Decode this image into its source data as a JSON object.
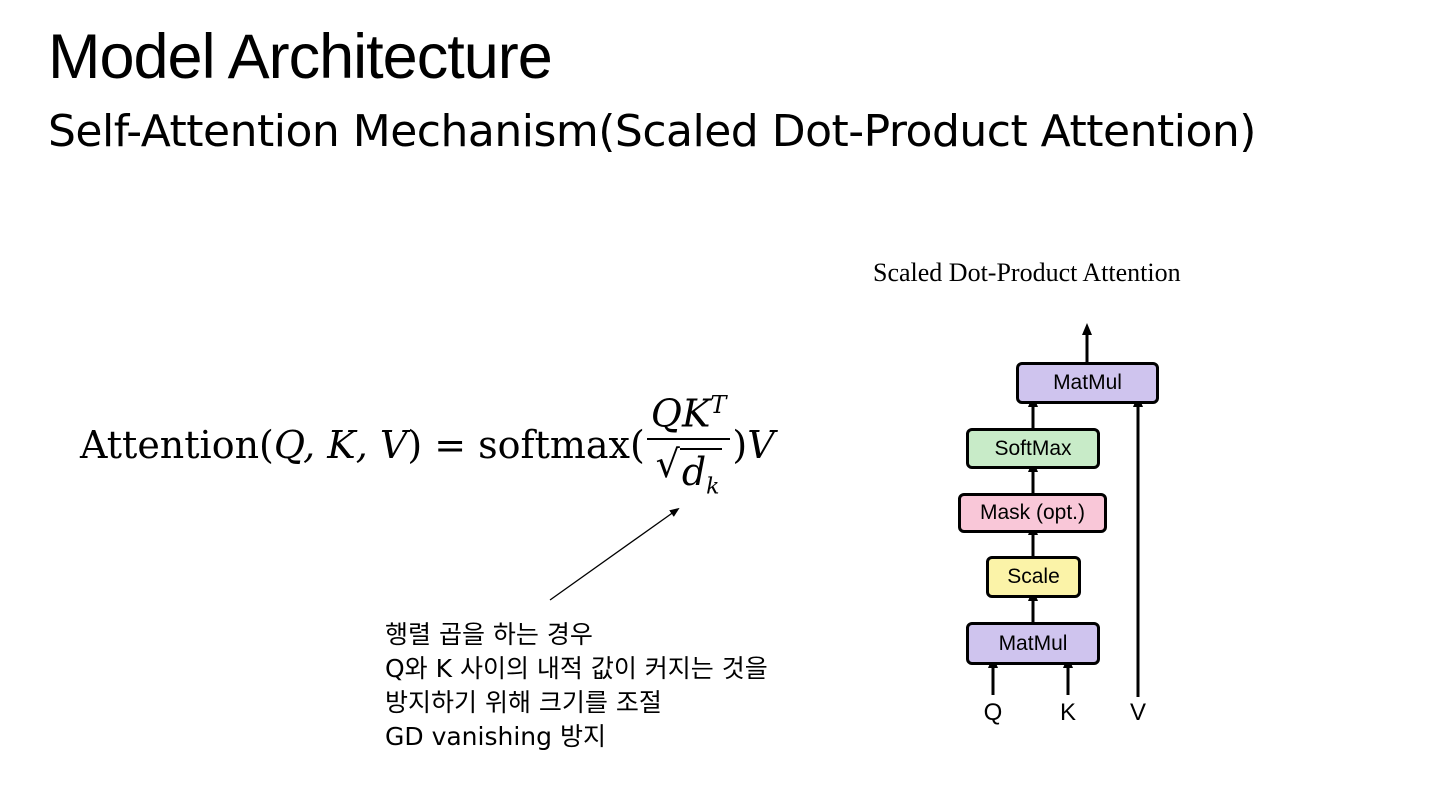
{
  "slide": {
    "title": "Model Architecture",
    "subtitle": "Self-Attention Mechanism(Scaled Dot-Product Attention)"
  },
  "formula": {
    "lhs": "Attention(",
    "args": "Q, K, V",
    "close": ")",
    "equals": " = softmax(",
    "numerator": "QK",
    "numerator_sup": "T",
    "radical": "√",
    "denominator": "d",
    "denominator_sub": "k",
    "rhs_close": ")",
    "rhs_var": "V"
  },
  "note": {
    "lines": [
      "행렬 곱을 하는 경우",
      "Q와 K 사이의 내적 값이 커지는 것을",
      "방지하기 위해 크기를 조절",
      "GD vanishing 방지"
    ]
  },
  "diagram": {
    "title": "Scaled Dot-Product Attention",
    "boxes": {
      "matmul_top": {
        "label": "MatMul",
        "color": "#cfc4ee"
      },
      "softmax": {
        "label": "SoftMax",
        "color": "#c8ebc8"
      },
      "mask": {
        "label": "Mask (opt.)",
        "color": "#f9c7d8"
      },
      "scale": {
        "label": "Scale",
        "color": "#fbf3a8"
      },
      "matmul_bottom": {
        "label": "MatMul",
        "color": "#cfc4ee"
      }
    },
    "inputs": {
      "q": "Q",
      "k": "K",
      "v": "V"
    }
  }
}
